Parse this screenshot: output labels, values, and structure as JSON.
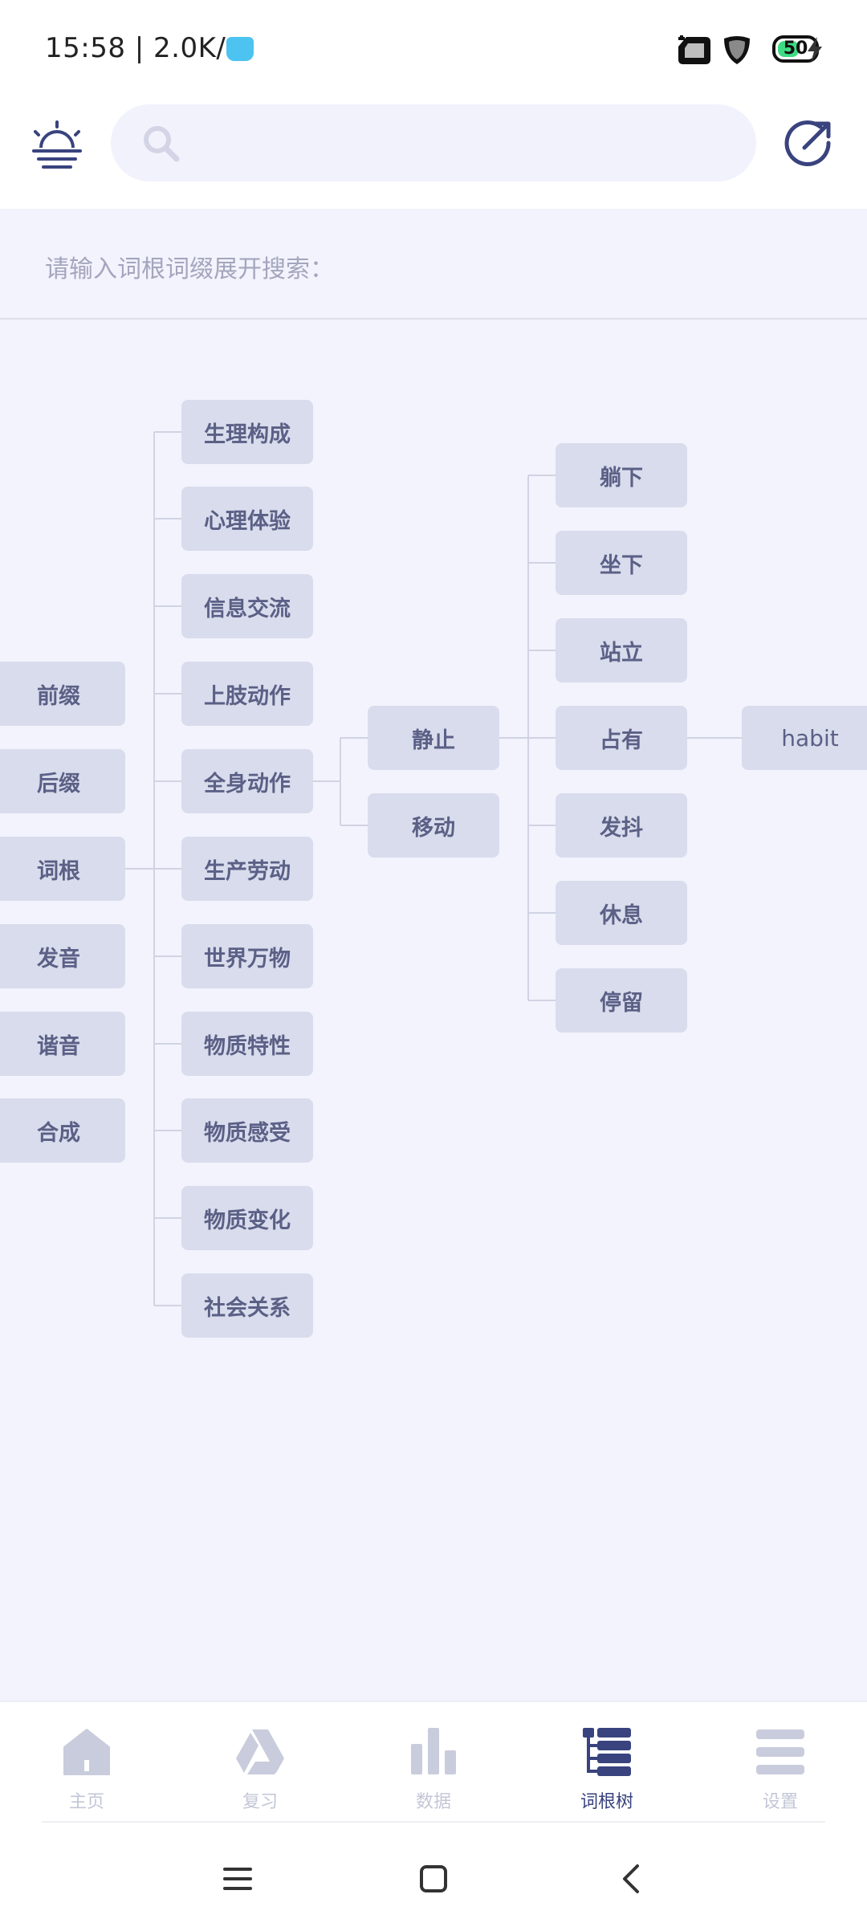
{
  "status_bar": {
    "time": "15:58 | 2.0K/s",
    "battery_level": "50"
  },
  "header": {
    "search_placeholder": ""
  },
  "prompt": "请输入词根词缀展开搜索：",
  "tree": {
    "level1": [
      "前缀",
      "后缀",
      "词根",
      "发音",
      "谐音",
      "合成"
    ],
    "level2": [
      "生理构成",
      "心理体验",
      "信息交流",
      "上肢动作",
      "全身动作",
      "生产劳动",
      "世界万物",
      "物质特性",
      "物质感受",
      "物质变化",
      "社会关系"
    ],
    "level3": [
      "静止",
      "移动"
    ],
    "level4": [
      "躺下",
      "坐下",
      "站立",
      "占有",
      "发抖",
      "休息",
      "停留"
    ],
    "level5": [
      "habit"
    ]
  },
  "nav": [
    {
      "label": "主页",
      "icon": "home-icon"
    },
    {
      "label": "复习",
      "icon": "review-icon"
    },
    {
      "label": "数据",
      "icon": "bar-chart-icon"
    },
    {
      "label": "词根树",
      "icon": "tree-icon"
    },
    {
      "label": "设置",
      "icon": "settings-menu-icon"
    }
  ],
  "active_tab": "词根树",
  "colors": {
    "accent": "#39437e",
    "node_bg": "#d9dcec",
    "content_bg": "#f2f3fc",
    "inactive_icon": "#c9ccdc"
  }
}
